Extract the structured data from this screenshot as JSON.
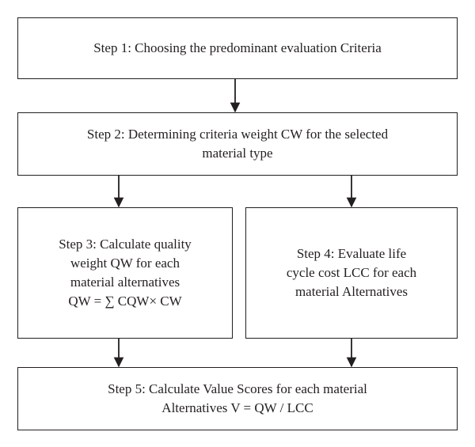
{
  "steps": {
    "step1": {
      "lines": [
        "Step 1: Choosing the predominant evaluation Criteria"
      ]
    },
    "step2": {
      "lines": [
        "Step 2: Determining criteria weight CW for the selected",
        "material type"
      ]
    },
    "step3": {
      "lines": [
        "Step 3: Calculate quality",
        "weight QW for each",
        "material alternatives",
        "QW = ∑ CQW× CW"
      ]
    },
    "step4": {
      "lines": [
        "Step 4: Evaluate life",
        "cycle cost LCC for each",
        "material Alternatives"
      ]
    },
    "step5": {
      "lines": [
        "Step 5: Calculate Value Scores for each material",
        "Alternatives V = QW / LCC"
      ]
    }
  },
  "colors": {
    "line": "#231f20",
    "background": "#ffffff"
  }
}
